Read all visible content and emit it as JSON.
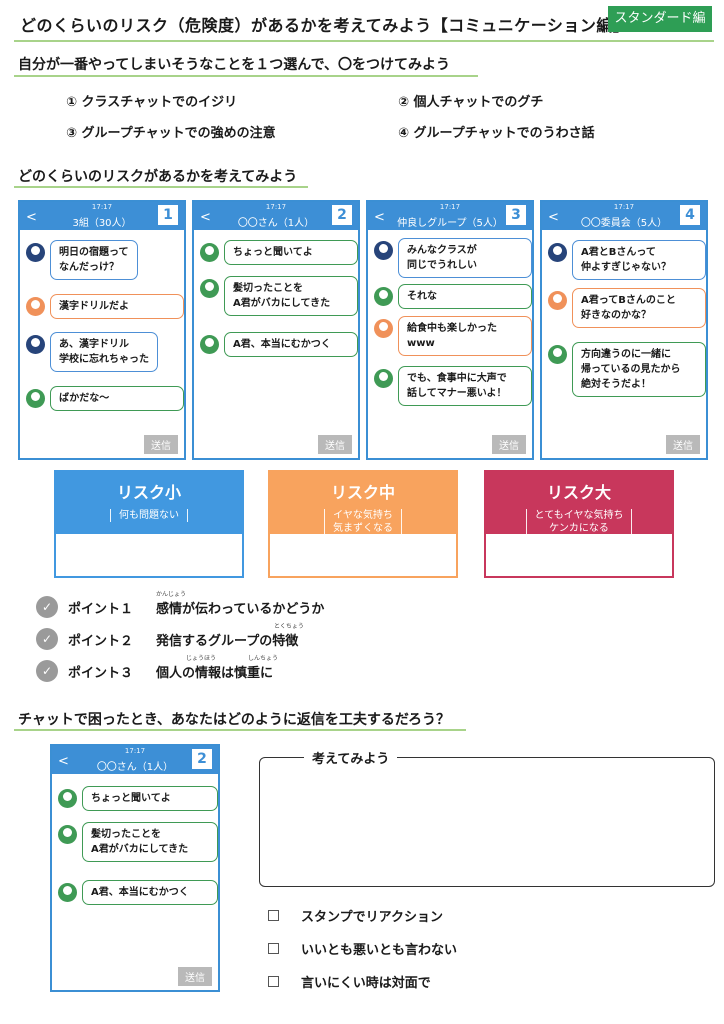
{
  "header": {
    "title": "どのくらいのリスク（危険度）があるかを考えてみよう【コミュニケーション編】",
    "badge": "スタンダード編"
  },
  "section1": {
    "heading": "自分が一番やってしまいそうなことを１つ選んで、〇をつけてみよう",
    "options": [
      "① クラスチャットでのイジリ",
      "② 個人チャットでのグチ",
      "③ グループチャットでの強めの注意",
      "④ グループチャットでのうわさ話"
    ]
  },
  "section2": {
    "heading": "どのくらいのリスクがあるかを考えてみよう"
  },
  "panels": [
    {
      "time": "17:17",
      "name": "3組（30人）",
      "num": "1",
      "send": "送信",
      "messages": [
        "明日の宿題って\nなんだっけ？",
        "漢字ドリルだよ",
        "あ、漢字ドリル\n学校に忘れちゃった",
        "ばかだな～"
      ]
    },
    {
      "time": "17:17",
      "name": "〇〇さん（1人）",
      "num": "2",
      "send": "送信",
      "messages": [
        "ちょっと聞いてよ",
        "髪切ったことを\nA君がバカにしてきた",
        "A君、本当にむかつく"
      ]
    },
    {
      "time": "17:17",
      "name": "仲良しグループ（5人）",
      "num": "3",
      "send": "送信",
      "messages": [
        "みんなクラスが\n同じでうれしい",
        "それな",
        "給食中も楽しかった\nwww",
        "でも、食事中に大声で\n話してマナー悪いよ！"
      ]
    },
    {
      "time": "17:17",
      "name": "〇〇委員会（5人）",
      "num": "4",
      "send": "送信",
      "messages": [
        "A君とBさんって\n仲よすぎじゃない？",
        "A君ってBさんのこと\n好きなのかな？",
        "方向違うのに一緒に\n帰っているの見たから\n絶対そうだよ！"
      ]
    }
  ],
  "risks": [
    {
      "title": "リスク小",
      "desc": "何も問題ない",
      "color": "#4198e0"
    },
    {
      "title": "リスク中",
      "desc": "イヤな気持ち\n気まずくなる",
      "color": "#f8a35e"
    },
    {
      "title": "リスク大",
      "desc": "とてもイヤな気持ち\nケンカになる",
      "color": "#c8375c"
    }
  ],
  "points": [
    {
      "label": "ポイント１",
      "text": "感情が伝わっているかどうか",
      "ruby": "かんじょう"
    },
    {
      "label": "ポイント２",
      "text": "発信するグループの特徴",
      "ruby": "とくちょう"
    },
    {
      "label": "ポイント３",
      "text": "個人の情報は慎重に",
      "ruby1": "じょうほう",
      "ruby2": "しんちょう"
    }
  ],
  "section3": {
    "heading": "チャットで困ったとき、あなたはどのように返信を工夫するだろう？",
    "think_label": "考えてみよう",
    "checks": [
      "スタンプでリアクション",
      "いいとも悪いとも言わない",
      "言いにくい時は対面で"
    ]
  },
  "panel_bottom": {
    "time": "17:17",
    "name": "〇〇さん（1人）",
    "num": "2",
    "send": "送信",
    "messages": [
      "ちょっと聞いてよ",
      "髪切ったことを\nA君がバカにしてきた",
      "A君、本当にむかつく"
    ]
  }
}
